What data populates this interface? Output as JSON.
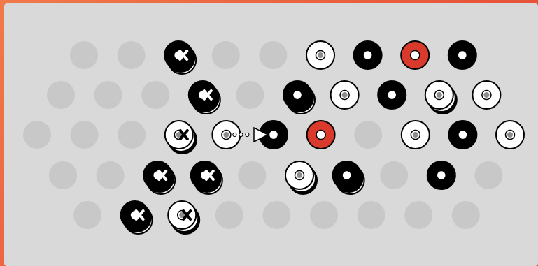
{
  "game": {
    "name": "",
    "board": {
      "rows": [
        [
          "empty",
          "empty",
          "black-x",
          "empty",
          "empty",
          "white",
          "black",
          "red",
          "black"
        ],
        [
          "empty",
          "empty",
          "empty",
          "black-x",
          "empty",
          "black-stack",
          "white",
          "black",
          "white-stack",
          "white"
        ],
        [
          "empty",
          "empty",
          "empty",
          "white-x",
          "white",
          "black",
          "red",
          "empty",
          "white",
          "black",
          "white"
        ],
        [
          "empty",
          "empty",
          "black-x",
          "black-x",
          "empty",
          "white-stack",
          "black-stack",
          "empty",
          "black",
          "empty"
        ],
        [
          "empty",
          "black-x",
          "white-x",
          "empty",
          "empty",
          "empty",
          "empty",
          "empty",
          "empty"
        ]
      ]
    },
    "last_move": {
      "from": {
        "row": 2,
        "col": 4
      },
      "to": {
        "row": 2,
        "col": 5
      }
    },
    "colors": {
      "board_background": "#d9d9d9",
      "empty_hole": "#c8c8c8",
      "black_piece": "#000000",
      "white_piece": "#ffffff",
      "red_piece": "#d93a2b",
      "frame_accent": "#e8553a"
    },
    "icons": {
      "captured_marker": "x-mark-icon",
      "move_arrow": "dotted-arrow-icon"
    }
  }
}
